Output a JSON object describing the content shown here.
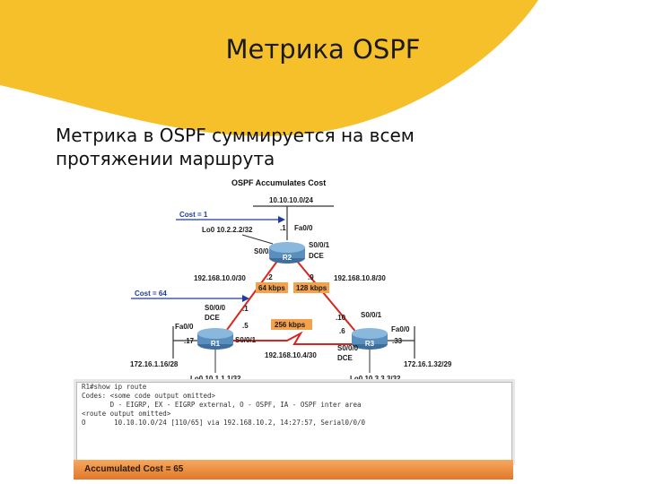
{
  "slide": {
    "title": "Метрика OSPF",
    "body": "Метрика в OSPF суммируется на всем протяжении маршрута",
    "accent_color": "#f6c02a"
  },
  "diagram": {
    "title": "OSPF Accumulates Cost",
    "labels": {
      "net_top": "10.10.10.0/24",
      "cost1": "Cost = 1",
      "r2_lo": "Lo0 10.2.2.2/32",
      "r2_dot1": ".1",
      "r2_fa": "Fa0/0",
      "r2_s000": "S0/0/0",
      "r2_s001": "S0/0/1",
      "r2_dce": "DCE",
      "r2_name": "R2",
      "net_left": "192.168.10.0/30",
      "net_right": "192.168.10.8/30",
      "dot2": ".2",
      "dot9": ".9",
      "bw64": "64 kbps",
      "bw128": "128 kbps",
      "cost64": "Cost = 64",
      "r1_s000": "S0/0/0",
      "r1_dce": "DCE",
      "r1_dot1": ".1",
      "r1_dot5": ".5",
      "r1_fa": "Fa0/0",
      "r1_dot17": ".17",
      "r1_s001": "S0/0/1",
      "r1_name": "R1",
      "bw256": "256 kbps",
      "r3_dot10": ".10",
      "r3_dot6": ".6",
      "r3_s001": "S0/0/1",
      "r3_fa": "Fa0/0",
      "r3_dot33": ".33",
      "r3_s000": "S0/0/0",
      "r3_dce": "DCE",
      "r3_name": "R3",
      "net_bottom": "192.168.10.4/30",
      "net_r1_lan": "172.16.1.16/28",
      "net_r3_lan": "172.16.1.32/29",
      "r1_lo": "Lo0 10.1.1.1/32",
      "r3_lo": "Lo0 10.3.3.3/32"
    }
  },
  "terminal": {
    "lines": [
      "R1#show ip route",
      "Codes: <some code output omitted>",
      "       D - EIGRP, EX - EIGRP external, O - OSPF, IA - OSPF inter area",
      "",
      "<route output omitted>",
      "O       10.10.10.0/24 [110/65] via 192.168.10.2, 14:27:57, Serial0/0/0"
    ]
  },
  "footer": {
    "cost_label": "Accumulated Cost = 65"
  }
}
